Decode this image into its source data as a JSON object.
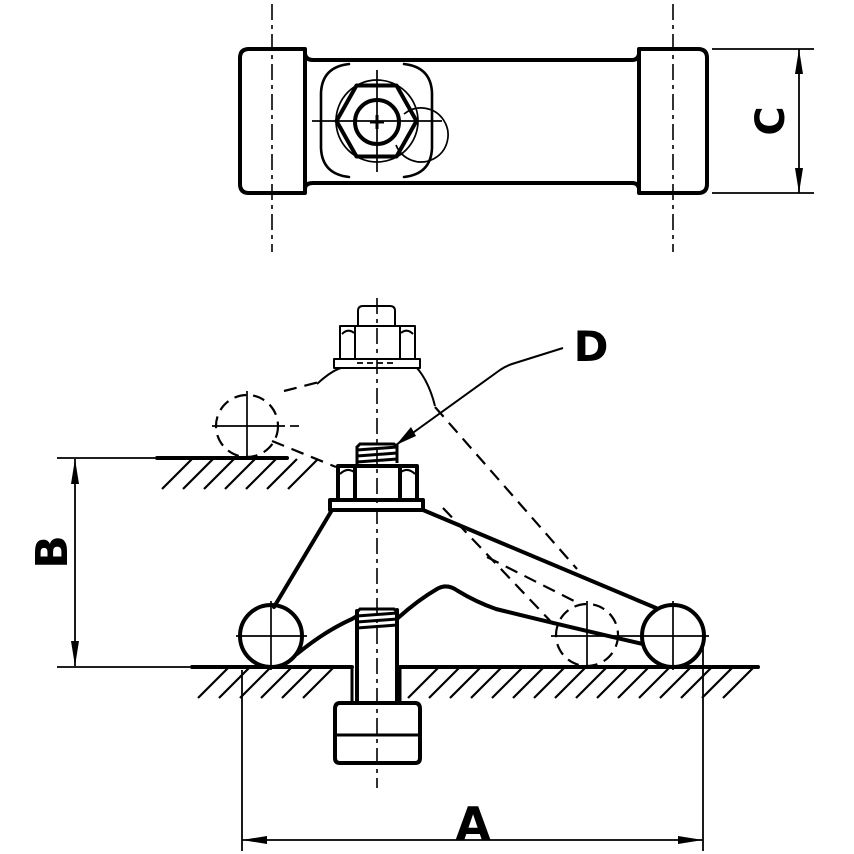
{
  "drawing": {
    "labels": {
      "width_overall": "A",
      "clamp_height": "B",
      "body_height": "C",
      "thread_callout": "D"
    },
    "colors": {
      "ink": "#000000",
      "paper": "#ffffff"
    }
  }
}
